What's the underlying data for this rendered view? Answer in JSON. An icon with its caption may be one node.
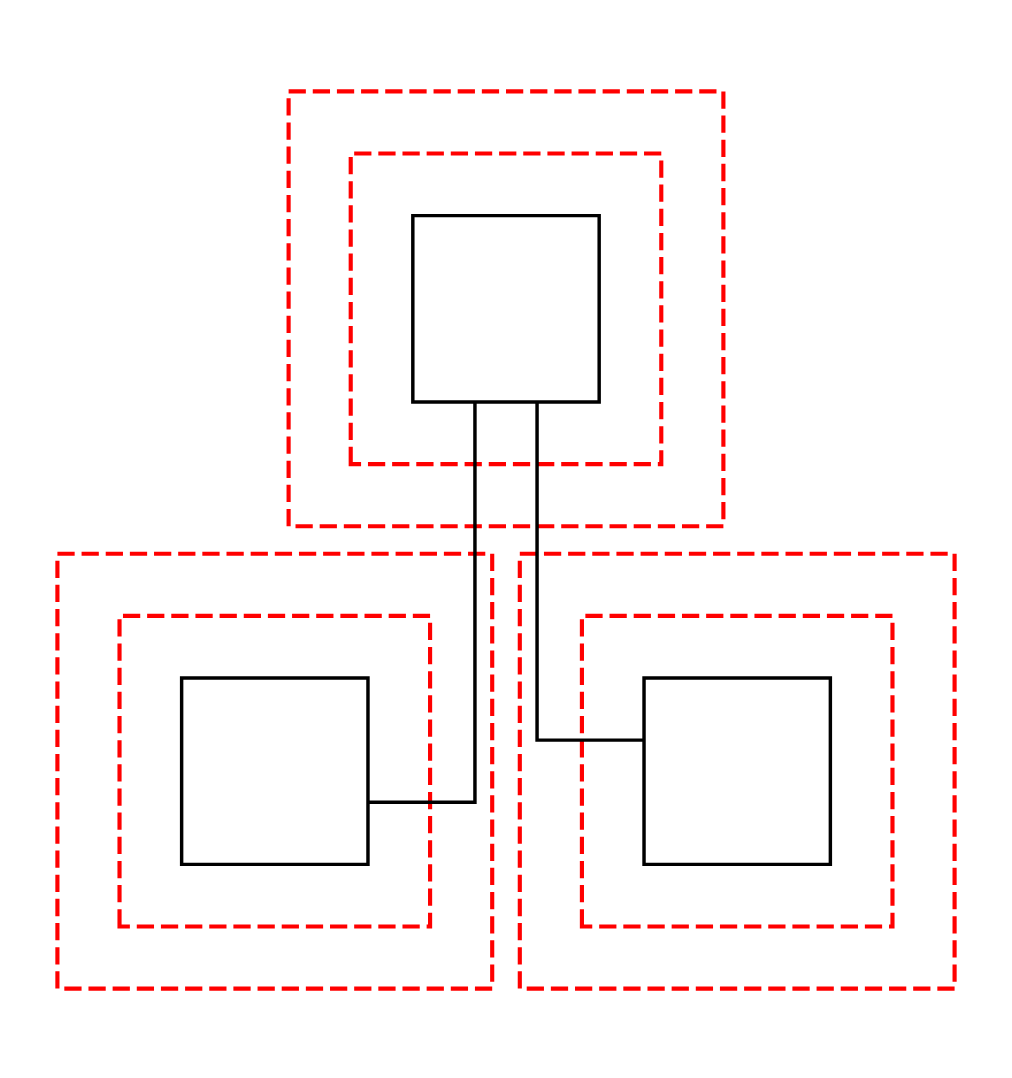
{
  "diagram": {
    "nodes": [
      {
        "text": [],
        "shape": "box"
      },
      {
        "text": [],
        "shape": "box",
        "in": 0
      },
      {
        "text": [],
        "shape": "box",
        "in": 1
      },
      {
        "text": [],
        "shape": "box"
      },
      {
        "text": [],
        "shape": "box",
        "in": 3
      },
      {
        "text": [],
        "shape": "box",
        "in": 4
      },
      {
        "text": [],
        "shape": "box"
      },
      {
        "text": [],
        "shape": "box",
        "in": 6
      },
      {
        "text": [],
        "shape": "box",
        "in": 7
      }
    ],
    "edges": [
      {
        "from": 2,
        "to": 5,
        "arrow": "none"
      },
      {
        "from": 2,
        "to": 8,
        "arrow": "none"
      }
    ]
  }
}
